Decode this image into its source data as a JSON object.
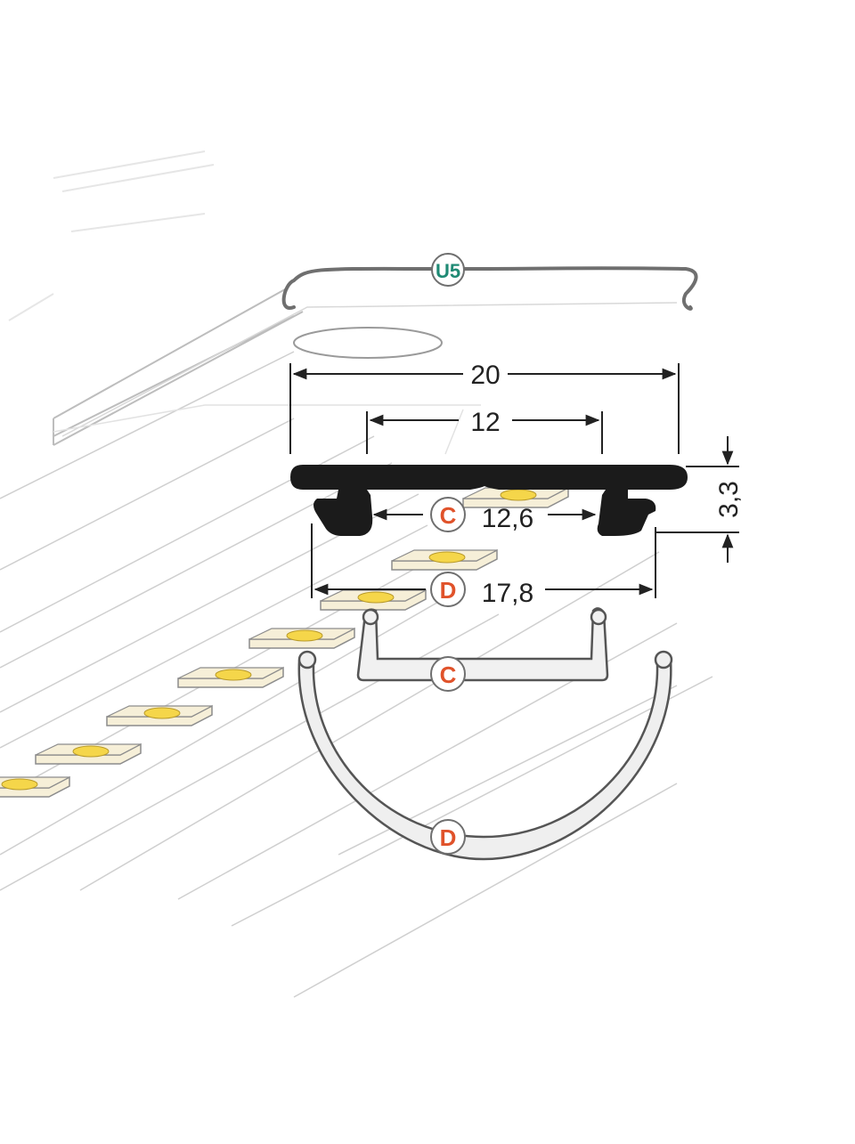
{
  "diagram": {
    "badges": {
      "u5": "U5",
      "c_top": "C",
      "d_top": "D",
      "c_cover": "C",
      "d_cover": "D"
    },
    "dimensions": {
      "overall_width": "20",
      "inner_width": "12",
      "cover_c_width": "12,6",
      "cover_d_width": "17,8",
      "height": "3,3"
    },
    "colors": {
      "profile": "#1b1b1b",
      "badge_u5": "#1f8a74",
      "badge_cd": "#e0522a",
      "led_chip": "#f5d64a",
      "led_pad": "#f6efd8",
      "outline": "#8c8c8c"
    }
  }
}
